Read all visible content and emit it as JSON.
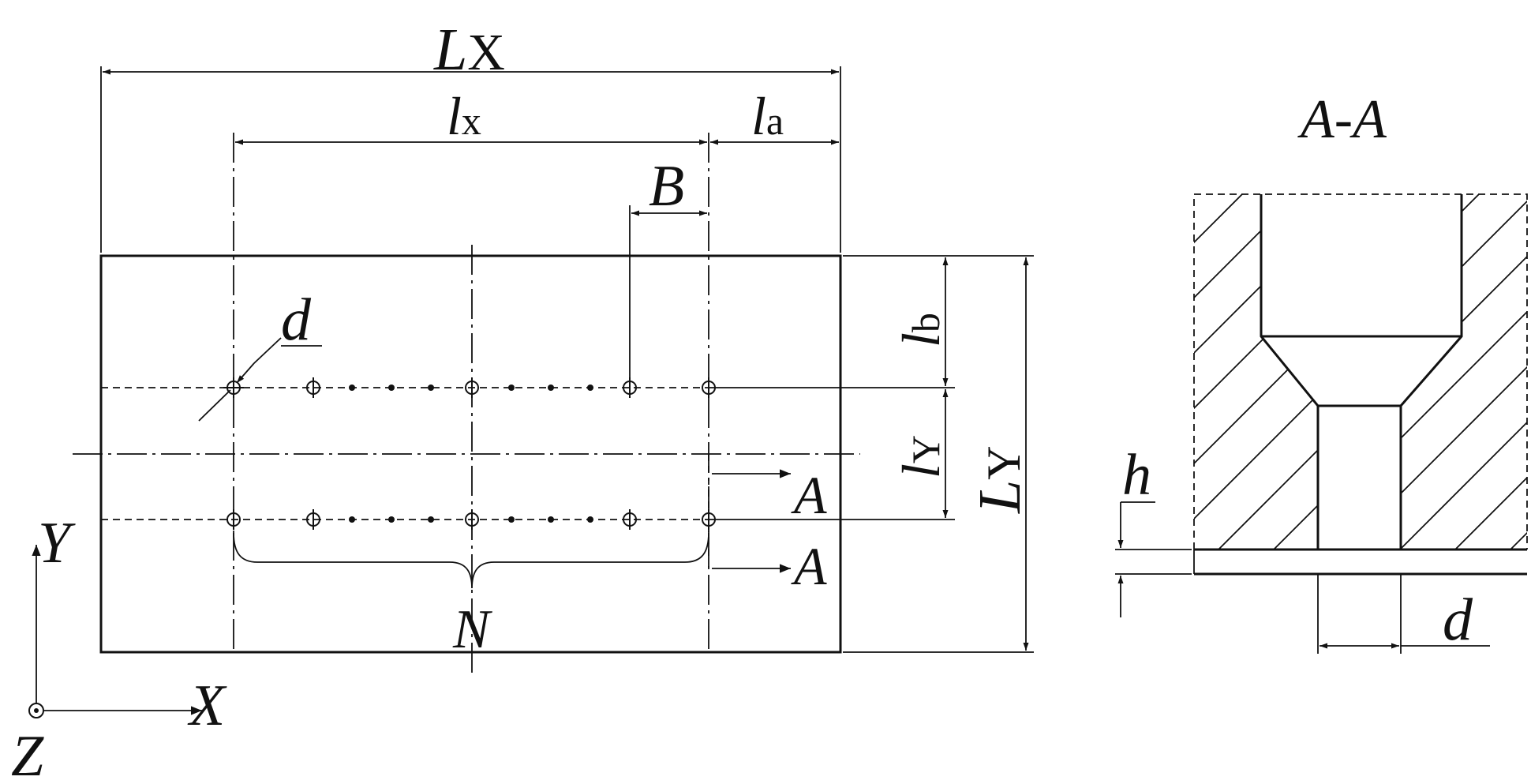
{
  "plan_view": {
    "dimensions": {
      "overall_length": {
        "main": "L",
        "sub": "X"
      },
      "hole_span": {
        "main": "l",
        "sub": "x"
      },
      "end_margin": {
        "main": "l",
        "sub": "a"
      },
      "pitch": "B",
      "edge_margin": {
        "main": "l",
        "sub": "b"
      },
      "row_spacing": {
        "main": "l",
        "sub": "Y"
      },
      "overall_width": {
        "main": "L",
        "sub": "Y"
      }
    },
    "hole_diameter": "d",
    "hole_count": "N",
    "section_marker": "A"
  },
  "axes": {
    "x": "X",
    "y": "Y",
    "z": "Z"
  },
  "section_view": {
    "title": "A-A",
    "thickness": "h",
    "diameter": "d"
  },
  "colors": {
    "line": "#111111",
    "background": "#ffffff"
  }
}
